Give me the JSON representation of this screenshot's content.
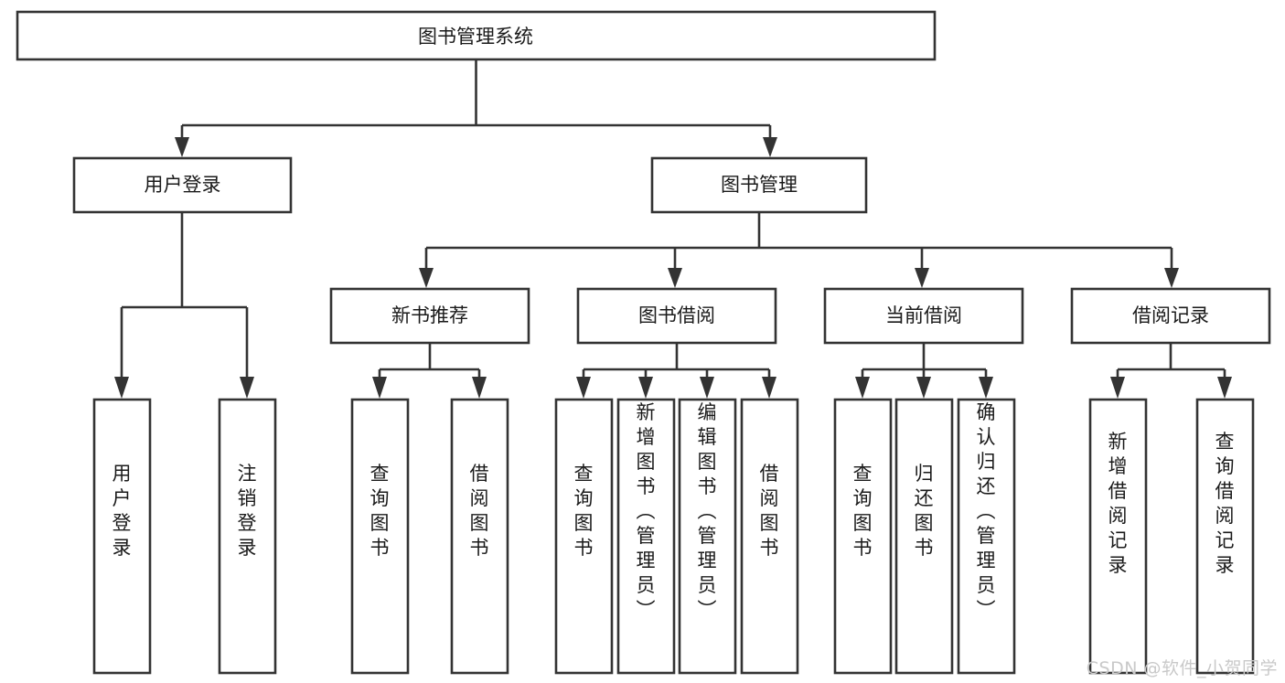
{
  "diagram": {
    "kind": "functional-structure-tree",
    "root": {
      "id": "root",
      "label": "图书管理系统",
      "orientation": "horizontal"
    },
    "level2": [
      {
        "id": "user-login",
        "label": "用户登录",
        "orientation": "horizontal"
      },
      {
        "id": "book-management",
        "label": "图书管理",
        "orientation": "horizontal"
      }
    ],
    "level3": [
      {
        "id": "new-book-recommend",
        "label": "新书推荐",
        "orientation": "horizontal"
      },
      {
        "id": "book-borrow",
        "label": "图书借阅",
        "orientation": "horizontal"
      },
      {
        "id": "current-borrow",
        "label": "当前借阅",
        "orientation": "horizontal"
      },
      {
        "id": "borrow-record",
        "label": "借阅记录",
        "orientation": "horizontal"
      }
    ],
    "leaves": [
      {
        "id": "leaf-user-login",
        "parent": "user-login",
        "label": "用户登录",
        "orientation": "vertical"
      },
      {
        "id": "leaf-logout",
        "parent": "user-login",
        "label": "注销登录",
        "orientation": "vertical"
      },
      {
        "id": "leaf-query-book-1",
        "parent": "new-book-recommend",
        "label": "查询图书",
        "orientation": "vertical"
      },
      {
        "id": "leaf-borrow-book-1",
        "parent": "new-book-recommend",
        "label": "借阅图书",
        "orientation": "vertical"
      },
      {
        "id": "leaf-query-book-2",
        "parent": "book-borrow",
        "label": "查询图书",
        "orientation": "vertical"
      },
      {
        "id": "leaf-add-book",
        "parent": "book-borrow",
        "label": "新增图书（管理员）",
        "orientation": "vertical"
      },
      {
        "id": "leaf-edit-book",
        "parent": "book-borrow",
        "label": "编辑图书（管理员）",
        "orientation": "vertical"
      },
      {
        "id": "leaf-borrow-book-2",
        "parent": "book-borrow",
        "label": "借阅图书",
        "orientation": "vertical"
      },
      {
        "id": "leaf-query-book-3",
        "parent": "current-borrow",
        "label": "查询图书",
        "orientation": "vertical"
      },
      {
        "id": "leaf-return-book",
        "parent": "current-borrow",
        "label": "归还图书",
        "orientation": "vertical"
      },
      {
        "id": "leaf-confirm-return",
        "parent": "current-borrow",
        "label": "确认归还（管理员）",
        "orientation": "vertical"
      },
      {
        "id": "leaf-add-record",
        "parent": "borrow-record",
        "label": "新增借阅记录",
        "orientation": "vertical"
      },
      {
        "id": "leaf-query-record",
        "parent": "borrow-record",
        "label": "查询借阅记录",
        "orientation": "vertical"
      }
    ],
    "colors": {
      "box_stroke": "#333333",
      "box_fill": "#ffffff",
      "text": "#1a1a1a",
      "connector": "#333333",
      "background": "#ffffff",
      "watermark": "#c9c9c9"
    }
  },
  "watermark": {
    "text": "CSDN @软件_小贺同学"
  }
}
